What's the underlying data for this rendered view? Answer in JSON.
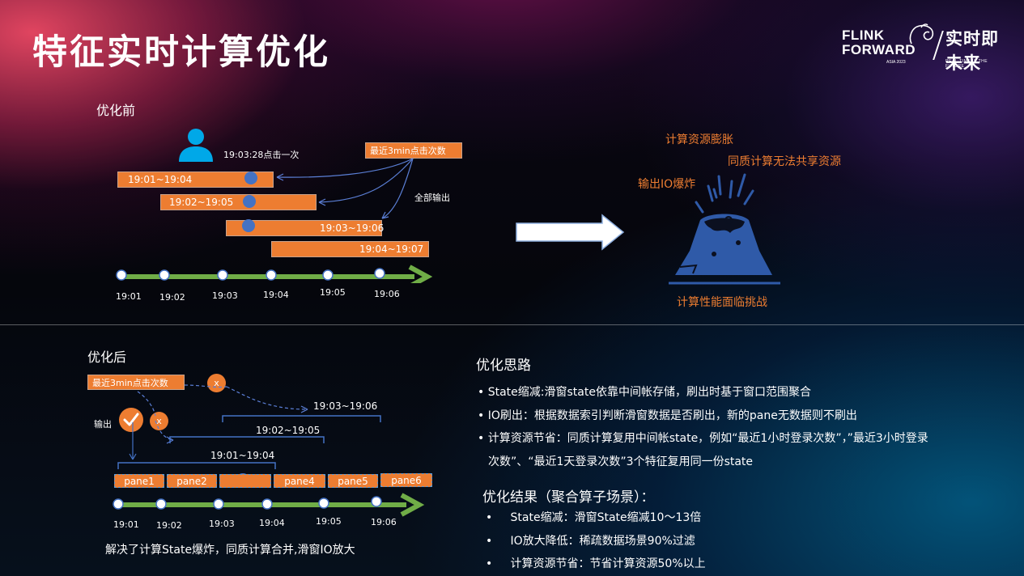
{
  "title": "特征实时计算优化",
  "logo": {
    "line1": "FLINK",
    "line2": "FORWARD",
    "asia": "ASIA 2023",
    "cn": "实时即未来",
    "sub": "REAL-TIME IS THE FUTURE"
  },
  "before": {
    "label": "优化前",
    "click_text": "19:03:28点击一次",
    "metric_box": "最近3min点击次数",
    "all_output": "全部输出",
    "windows": [
      "19:01~19:04",
      "19:02~19:05",
      "19:03~19:06",
      "19:04~19:07"
    ],
    "ticks": [
      "19:01",
      "19:02",
      "19:03",
      "19:04",
      "19:05",
      "19:06"
    ]
  },
  "problems": {
    "resource_bloat": "计算资源膨胀",
    "no_share": "同质计算无法共享资源",
    "io_explode": "输出IO爆炸",
    "perf": "计算性能面临挑战"
  },
  "after": {
    "label": "优化后",
    "metric_box": "最近3min点击次数",
    "output": "输出",
    "x_mark": "x",
    "windows": [
      "19:03~19:06",
      "19:02~19:05",
      "19:01~19:04"
    ],
    "panes": [
      "pane1",
      "pane2",
      "",
      "pane4",
      "pane5",
      "pane6"
    ],
    "ticks": [
      "19:01",
      "19:02",
      "19:03",
      "19:04",
      "19:05",
      "19:06"
    ],
    "caption": "解决了计算State爆炸，同质计算合并,滑窗IO放大"
  },
  "ideas": {
    "title": "优化思路",
    "items": [
      "State缩减:滑窗state依靠中间帐存储，刷出时基于窗口范围聚合",
      "IO刷出：根据数据索引判断滑窗数据是否刷出，新的pane无数据则不刷出",
      "计算资源节省：同质计算复用中间帐state，例如“最近1小时登录次数”，”最近3小时登录",
      "次数”、“最近1天登录次数”3个特征复用同一份state"
    ]
  },
  "results": {
    "title": "优化结果（聚合算子场景）：",
    "items": [
      "State缩减：滑窗State缩减10～13倍",
      "IO放大降低：稀疏数据场景90%过滤",
      "计算资源节省：节省计算资源50%以上"
    ]
  },
  "colors": {
    "orange": "#ed7d31",
    "green": "#70ad47",
    "blue": "#4472c4",
    "volcano": "#2f5aa8"
  }
}
